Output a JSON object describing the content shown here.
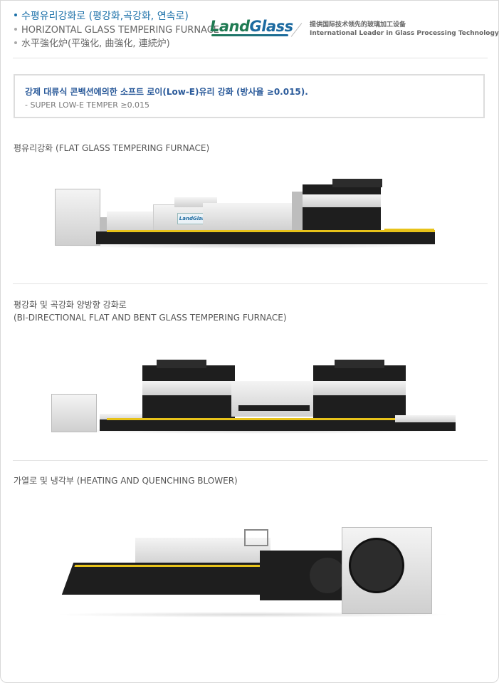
{
  "header": {
    "items": [
      {
        "label": "수평유리강화로 (평강화,곡강화, 연속로)",
        "active": true
      },
      {
        "label": "HORIZONTAL GLASS TEMPERING FURNACE",
        "active": false
      },
      {
        "label": "水平強化炉(平強化, 曲強化, 連続炉)",
        "active": false
      }
    ],
    "brand": {
      "logo_part1": "Land",
      "logo_part2": "Glass",
      "tagline_cn": "提供国际技术领先的玻璃加工设备",
      "tagline_en": "International Leader in Glass Processing Technology"
    }
  },
  "info": {
    "title": "강제 대류식 콘백션에의한 소프트 로이(Low-E)유리 강화 (방사율 ≥0.015).",
    "subtitle": "- SUPER LOW-E TEMPER ≥0.015"
  },
  "sections": [
    {
      "title": "평유리강화 (FLAT GLASS TEMPERING FURNACE)",
      "image": "flat-glass-tempering-furnace"
    },
    {
      "title_line1": "평강화 및 곡강화 양방향 강화로",
      "title_line2": "(BI-DIRECTIONAL FLAT AND BENT GLASS TEMPERING FURNACE)",
      "image": "bi-directional-tempering-furnace"
    },
    {
      "title": "가열로 및 냉각부 (HEATING AND QUENCHING BLOWER)",
      "image": "heating-and-quenching-blower"
    }
  ],
  "machine_labels": {
    "flat_logo": "LandGlass"
  },
  "colors": {
    "accent": "#1a6fa8",
    "brand_green": "#1f7a52",
    "machine_yellow": "#e8c31a",
    "machine_dark": "#1e1e1e"
  }
}
